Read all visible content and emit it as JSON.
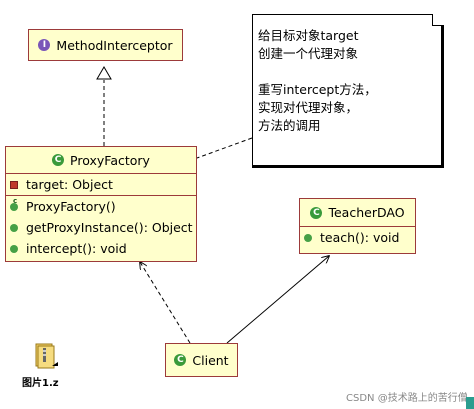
{
  "method_interceptor": {
    "badge": "I",
    "name": "MethodInterceptor"
  },
  "proxy_factory": {
    "badge": "C",
    "name": "ProxyFactory",
    "fields": [
      "target: Object"
    ],
    "methods": [
      "ProxyFactory()",
      "getProxyInstance(): Object",
      "intercept(): void"
    ],
    "ctor_marker": "c"
  },
  "teacher_dao": {
    "badge": "C",
    "name": "TeacherDAO",
    "methods": [
      "teach(): void"
    ]
  },
  "client": {
    "badge": "C",
    "name": "Client"
  },
  "note": {
    "lines": [
      "给目标对象target",
      "创建一个代理对象",
      "",
      "重写intercept方法，",
      "实现对代理对象，",
      "方法的调用"
    ]
  },
  "folder_label": "图片1.z",
  "watermark": "CSDN @技术路上的苦行僧",
  "colors": {
    "box_fill": "#ffffcc",
    "box_border": "#9c3a3a",
    "class_badge": "#3a9a3a",
    "interface_badge": "#7a56b8"
  },
  "icons": {
    "class": "class-badge-icon",
    "interface": "interface-badge-icon",
    "folder": "folder-icon"
  }
}
